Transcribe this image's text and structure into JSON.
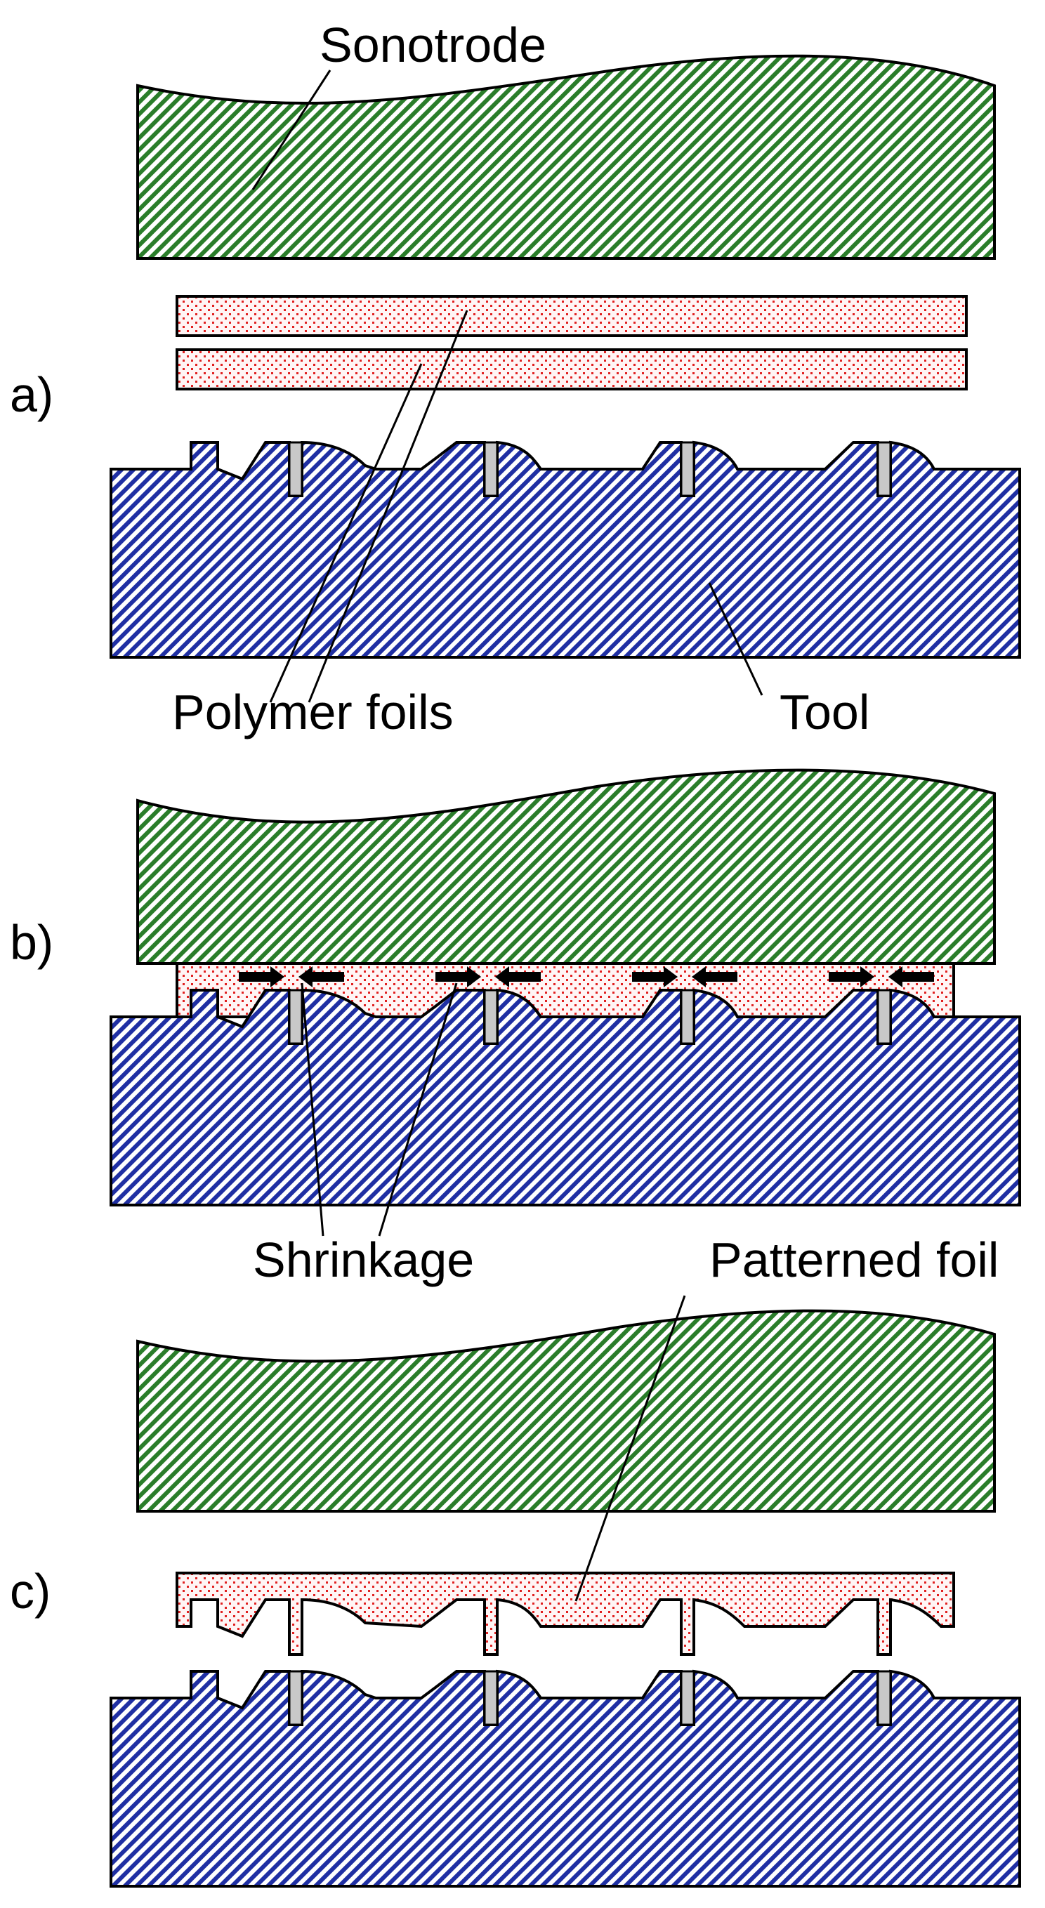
{
  "colors": {
    "sonotrode": "#2a7d2a",
    "tool": "#1f2fa3",
    "foil_dots": "#e02020",
    "foil_bg": "#fff5f5",
    "outline": "#000000"
  },
  "labels": {
    "sonotrode": "Sonotrode",
    "polymer_foils": "Polymer foils",
    "tool": "Tool",
    "shrinkage": "Shrinkage",
    "patterned_foil": "Patterned foil",
    "step_a": "a)",
    "step_b": "b)",
    "step_c": "c)"
  }
}
